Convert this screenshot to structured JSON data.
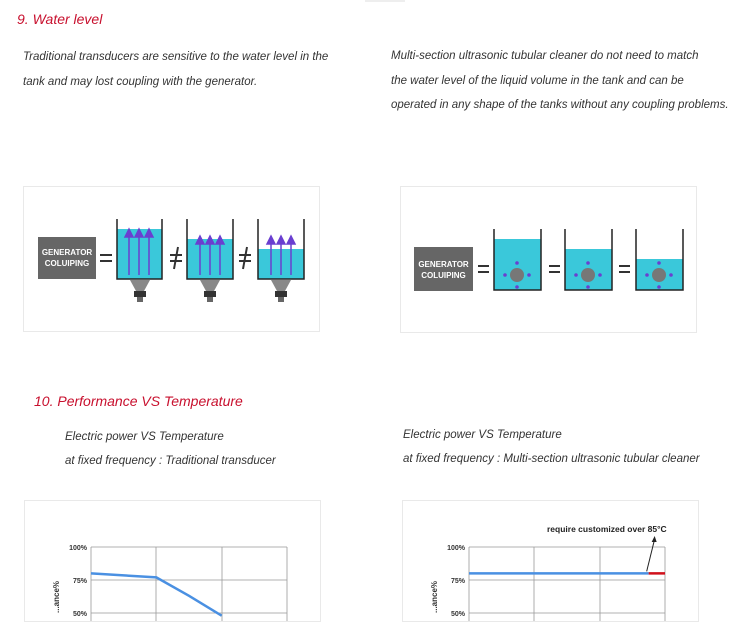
{
  "section9": {
    "title": "9. Water level",
    "left_text": [
      "Traditional transducers are sensitive to the water level in the",
      "tank and may lost coupling with the generator."
    ],
    "right_text": [
      "Multi-section ultrasonic tubular cleaner do not need to match",
      "the water level of the liquid volume in the tank and can be",
      "operated in any shape of the tanks without any coupling problems."
    ],
    "left_diagram": {
      "generator_label": [
        "GENERATOR",
        "COLUIPING"
      ],
      "operators": [
        "=",
        "≠",
        "≠"
      ]
    },
    "right_diagram": {
      "generator_label": [
        "GENERATOR",
        "COLUIPING"
      ],
      "operators": [
        "=",
        "=",
        "="
      ]
    },
    "colors": {
      "water": "#3ac8da",
      "arrow": "#6a3fd0",
      "generator": "#666666",
      "heading": "#c8102e"
    }
  },
  "section10": {
    "title": "10. Performance VS Temperature",
    "left_caption": [
      "Electric power VS Temperature",
      "at fixed frequency : Traditional transducer"
    ],
    "right_caption": [
      "Electric power VS Temperature",
      "at fixed frequency : Multi-section ultrasonic tubular cleaner"
    ],
    "chart_data": [
      {
        "type": "line",
        "ylabel": "...ance%",
        "y_ticks": [
          "100%",
          "75%",
          "50%"
        ],
        "series": [
          {
            "values": [
              80,
              77,
              63,
              48
            ],
            "x": [
              0,
              1,
              1.5,
              2
            ],
            "color": "#4a90e2"
          }
        ]
      },
      {
        "type": "line",
        "ylabel": "...ance%",
        "y_ticks": [
          "100%",
          "75%",
          "50%"
        ],
        "annotation": "require customized over 85°C",
        "series": [
          {
            "values": [
              80,
              80
            ],
            "x": [
              0,
              2.75
            ],
            "color": "#4a90e2"
          },
          {
            "values": [
              80,
              80
            ],
            "x": [
              2.75,
              3
            ],
            "color": "#d0111b"
          }
        ]
      }
    ]
  }
}
